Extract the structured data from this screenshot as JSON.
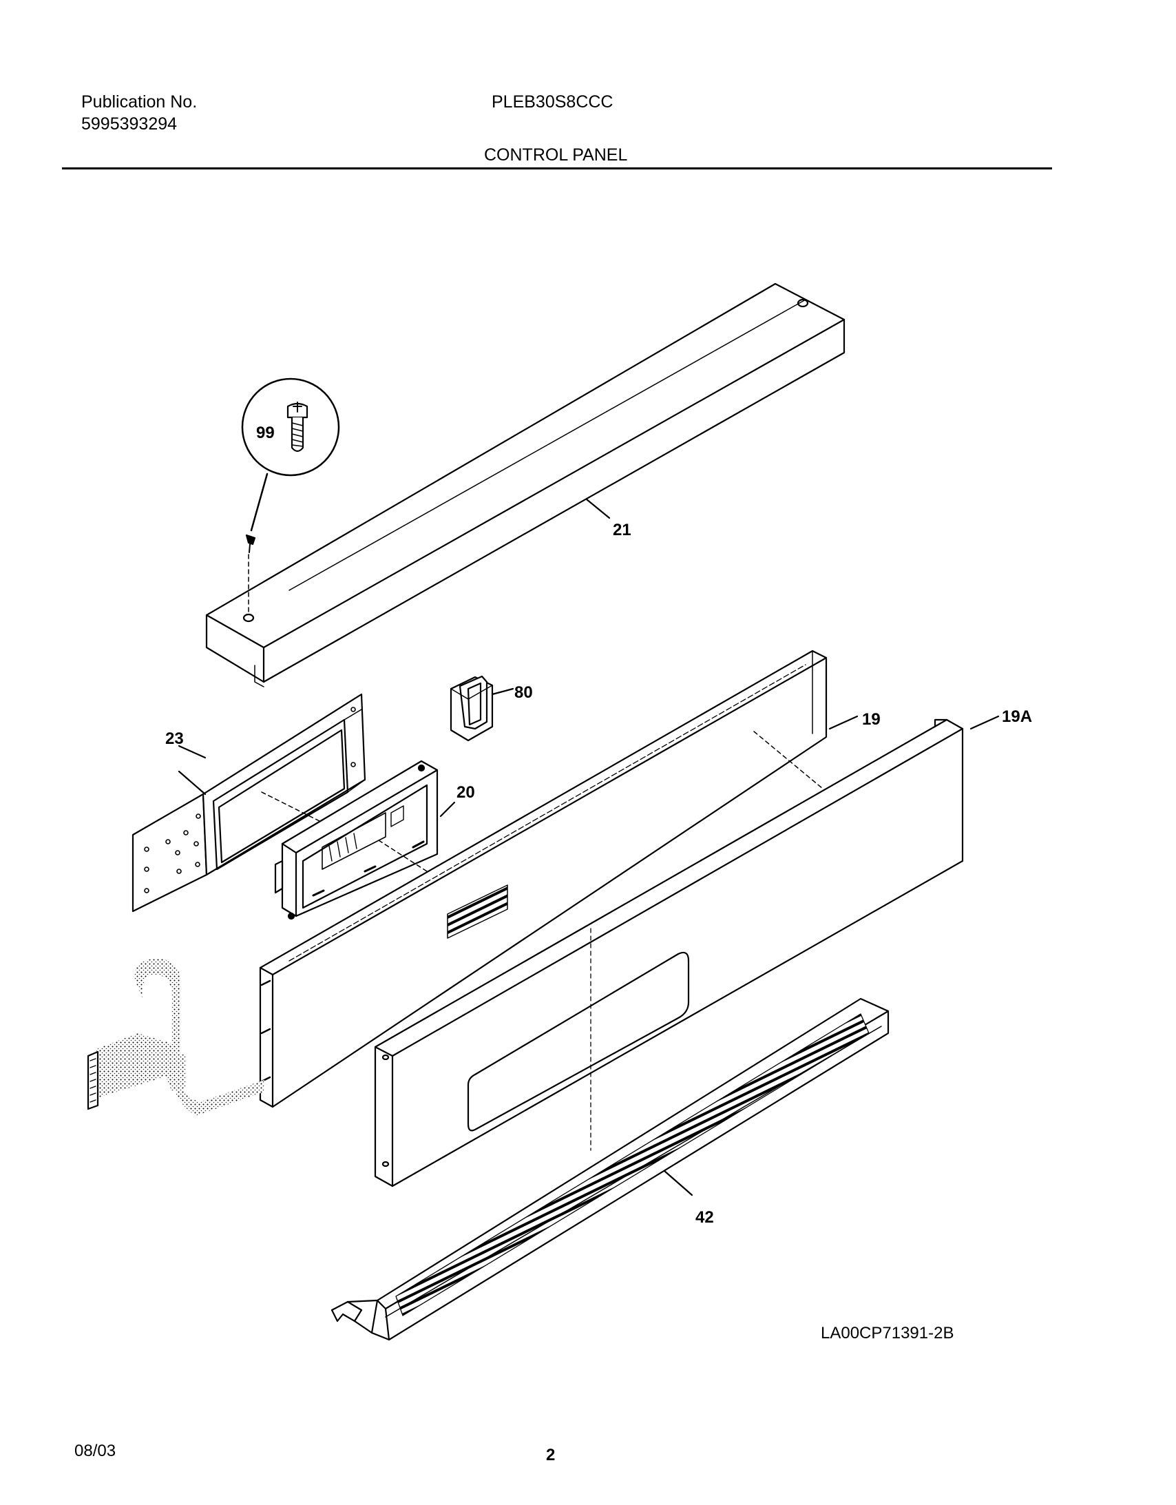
{
  "header": {
    "publication_label": "Publication No.",
    "publication_number": "5995393294",
    "model": "PLEB30S8CCC",
    "section_title": "CONTROL PANEL"
  },
  "callouts": {
    "p99": "99",
    "p21": "21",
    "p80": "80",
    "p19": "19",
    "p19a": "19A",
    "p23": "23",
    "p20": "20",
    "p42": "42"
  },
  "diagram_code": "LA00CP71391-2B",
  "footer": {
    "date": "08/03",
    "page": "2"
  }
}
